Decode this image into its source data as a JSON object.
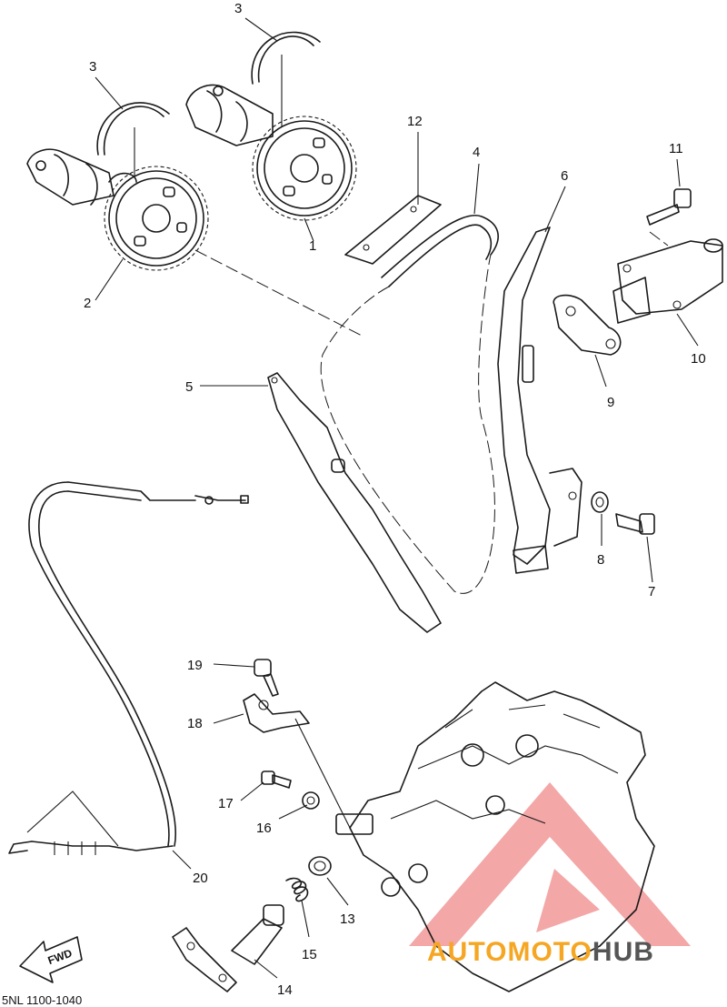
{
  "callouts": [
    "1",
    "2",
    "3",
    "3",
    "4",
    "5",
    "6",
    "7",
    "8",
    "9",
    "10",
    "11",
    "12",
    "13",
    "14",
    "15",
    "16",
    "17",
    "18",
    "19",
    "20"
  ],
  "fwd_label": "FWD",
  "footer_code": "5NL 1100-1040",
  "watermark": {
    "part1": "AUTOMOTO",
    "part2": "HUB",
    "accent_color": "#f08a8a",
    "orange_color": "#f5a623",
    "gray_color": "#555555"
  },
  "icons": [
    "fwd-arrow-icon",
    "automotohub-logo"
  ]
}
